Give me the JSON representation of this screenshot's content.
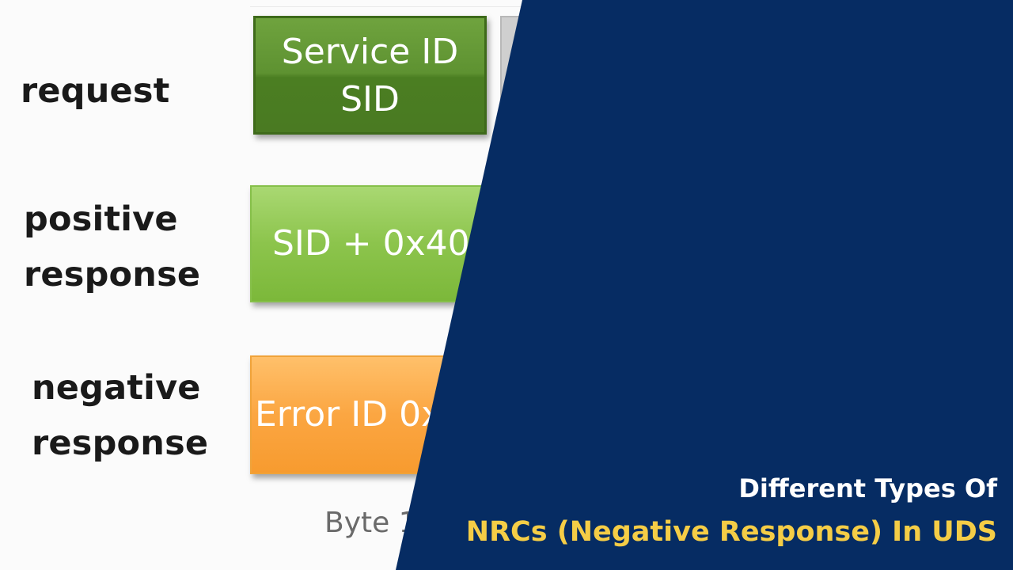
{
  "diagram": {
    "rows": [
      {
        "label_lines": [
          "request"
        ]
      },
      {
        "label_lines": [
          "positive",
          "response"
        ]
      },
      {
        "label_lines": [
          "negative",
          "response"
        ]
      }
    ],
    "request_box": {
      "line1": "Service ID",
      "line2": "SID"
    },
    "positive_box": {
      "text": "SID + 0x40"
    },
    "negative_box": {
      "text": "Error ID 0x"
    },
    "byte_label": "Byte 1"
  },
  "banner": {
    "title_line1": "Different Types Of",
    "title_line2": "NRCs (Negative Response) In UDS"
  },
  "colors": {
    "navy": "#062c63",
    "accent_yellow": "#f5cd46",
    "dark_green": "#4b7e22",
    "light_green": "#8cc44c",
    "orange": "#fba642"
  }
}
